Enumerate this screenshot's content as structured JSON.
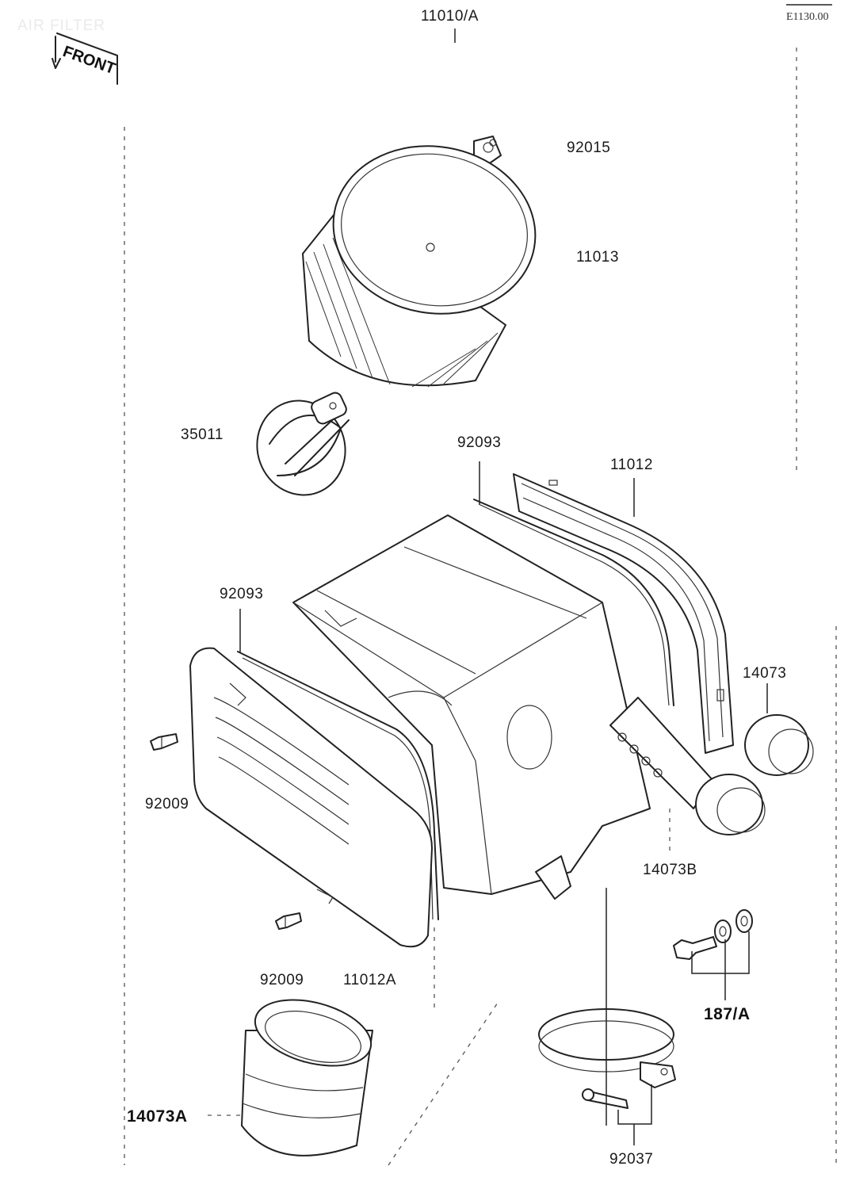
{
  "header": {
    "section_title": "AIR FILTER",
    "assembly_ref": "11010/A",
    "page_ref": "E1130.00",
    "front_label": "FRONT"
  },
  "parts": {
    "p92015": "92015",
    "p11013": "11013",
    "p35011": "35011",
    "p92093_top": "92093",
    "p11012": "11012",
    "p92093_left": "92093",
    "p14073": "14073",
    "p92009_left": "92009",
    "p14073B": "14073B",
    "p92009_bottom": "92009",
    "p11012A": "11012A",
    "p187A": "187/A",
    "p14073A": "14073A",
    "p92037": "92037"
  }
}
